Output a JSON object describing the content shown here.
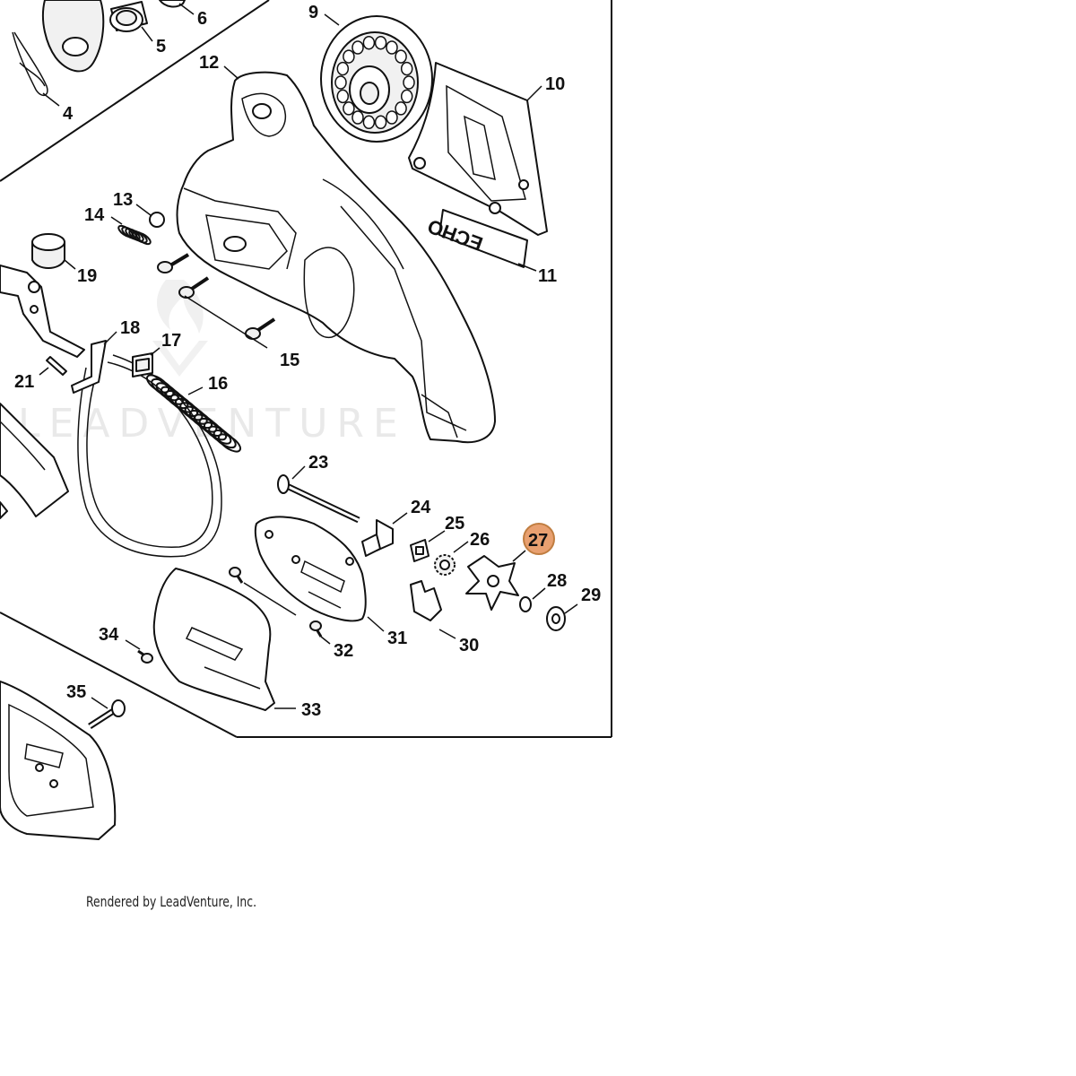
{
  "watermark": {
    "text": "LEADVENTURE"
  },
  "credit": "Rendered by LeadVenture, Inc.",
  "logo": {
    "text": "ECHO"
  },
  "highlight_color": "#e8a070",
  "highlighted_part": "27",
  "callouts": [
    {
      "id": "4",
      "label": "4"
    },
    {
      "id": "5",
      "label": "5"
    },
    {
      "id": "6",
      "label": "6"
    },
    {
      "id": "9",
      "label": "9"
    },
    {
      "id": "10",
      "label": "10"
    },
    {
      "id": "11",
      "label": "11"
    },
    {
      "id": "12",
      "label": "12"
    },
    {
      "id": "13",
      "label": "13"
    },
    {
      "id": "14",
      "label": "14"
    },
    {
      "id": "15",
      "label": "15"
    },
    {
      "id": "16",
      "label": "16"
    },
    {
      "id": "17",
      "label": "17"
    },
    {
      "id": "18",
      "label": "18"
    },
    {
      "id": "19",
      "label": "19"
    },
    {
      "id": "21",
      "label": "21"
    },
    {
      "id": "23",
      "label": "23"
    },
    {
      "id": "24",
      "label": "24"
    },
    {
      "id": "25",
      "label": "25"
    },
    {
      "id": "26",
      "label": "26"
    },
    {
      "id": "27",
      "label": "27"
    },
    {
      "id": "28",
      "label": "28"
    },
    {
      "id": "29",
      "label": "29"
    },
    {
      "id": "30",
      "label": "30"
    },
    {
      "id": "31",
      "label": "31"
    },
    {
      "id": "32",
      "label": "32"
    },
    {
      "id": "33",
      "label": "33"
    },
    {
      "id": "34",
      "label": "34"
    },
    {
      "id": "35",
      "label": "35"
    }
  ]
}
